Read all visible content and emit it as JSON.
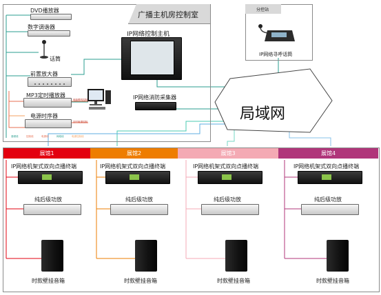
{
  "control_room": {
    "title": "广播主机房控制室",
    "devices": {
      "dvd": "DVD播放器",
      "tuner": "数字调谐器",
      "mic": "话筒",
      "preamp": "前置放大器",
      "mp3": "MP3定时播放器",
      "sequencer": "电源时序器",
      "host": "IP网络控制主机",
      "fire": "IP网络消防采集器"
    },
    "tiny_labels": [
      "电脑联机控制",
      "定时电源控制"
    ],
    "bottom_labels": [
      "音频线",
      "控制线",
      "电源线",
      "网络线",
      "电源控制线"
    ]
  },
  "branch": {
    "title": "分控站",
    "device": "IP网络寻呼话筒"
  },
  "lan": {
    "label": "局域网"
  },
  "halls": [
    {
      "name": "展馆1",
      "color": "#e3000f"
    },
    {
      "name": "展馆2",
      "color": "#ee7d00"
    },
    {
      "name": "展馆3",
      "color": "#f4aab4"
    },
    {
      "name": "展馆4",
      "color": "#b0357a"
    }
  ],
  "hall_devices": {
    "terminal": "IP网络机架式双向点播终端",
    "amp": "纯后级功放",
    "speaker": "时款壁挂音箱"
  }
}
